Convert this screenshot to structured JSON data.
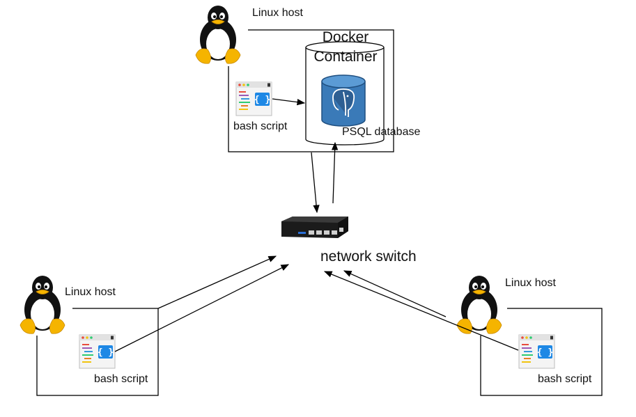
{
  "nodes": {
    "top_host": {
      "host_label": "Linux host",
      "container_label_line1": "Docker",
      "container_label_line2": "Container",
      "script_label": "bash script",
      "database_label": "PSQL database"
    },
    "left_host": {
      "host_label": "Linux host",
      "script_label": "bash script"
    },
    "right_host": {
      "host_label": "Linux host",
      "script_label": "bash script"
    },
    "switch": {
      "label": "network switch"
    }
  },
  "icons": {
    "host": "tux-penguin-icon",
    "script": "bash-script-window-icon",
    "database": "postgresql-elephant-icon",
    "switch": "network-switch-icon"
  },
  "colors": {
    "db_blue": "#3a7ab8",
    "penguin_yellow": "#f5b400",
    "switch_port_blue": "#2a6fd6"
  }
}
